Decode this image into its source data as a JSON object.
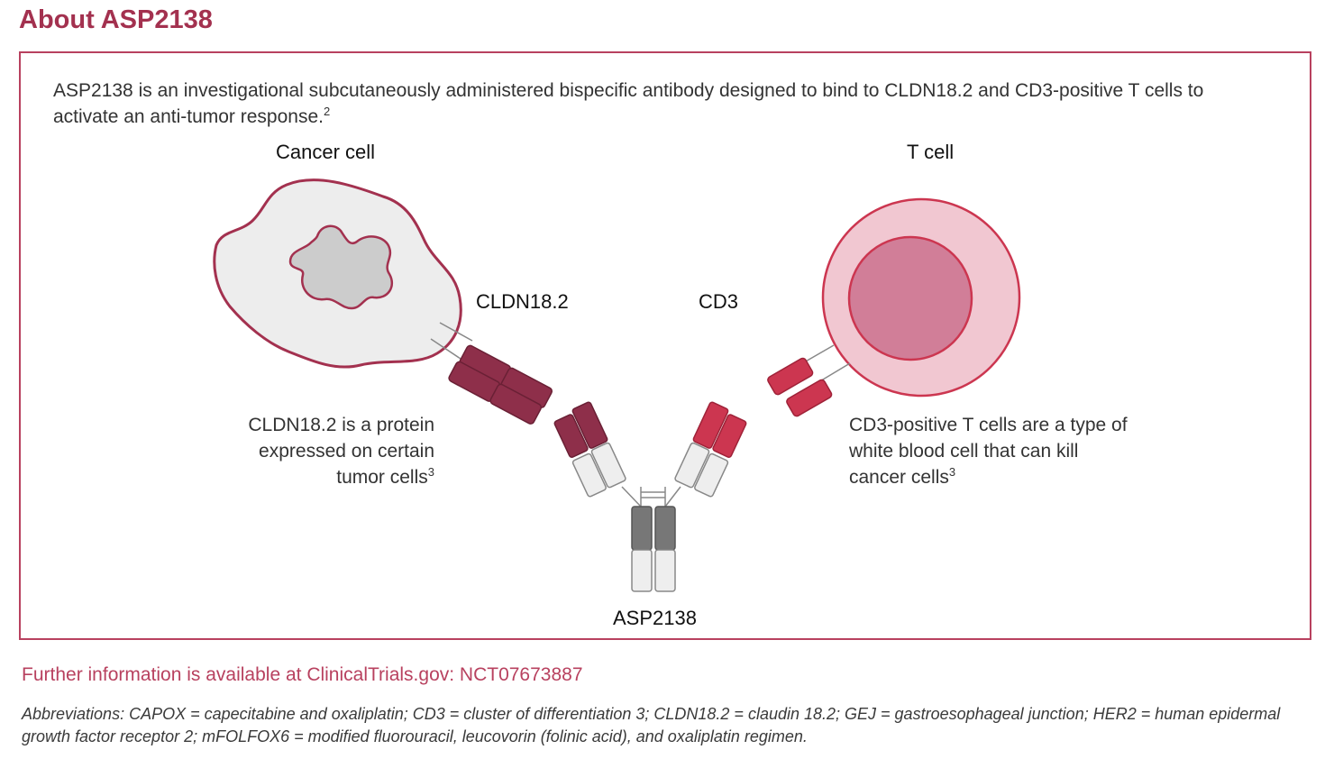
{
  "page": {
    "title": "About ASP2138"
  },
  "intro": {
    "text": "ASP2138 is an investigational subcutaneously administered bispecific antibody designed to bind to CLDN18.2 and CD3-positive T cells to activate an anti-tumor response.",
    "ref": "2"
  },
  "diagram": {
    "cancer_cell_label": "Cancer cell",
    "t_cell_label": "T cell",
    "cldn_label": "CLDN18.2",
    "cd3_label": "CD3",
    "antibody_label": "ASP2138",
    "cldn_note": "CLDN18.2 is a protein expressed on certain tumor cells",
    "cldn_note_ref": "3",
    "cd3_note": "CD3-positive T cells are a type of white blood cell that can kill cancer cells",
    "cd3_note_ref": "3",
    "colors": {
      "brand": "#a3314f",
      "cldn_domain": "#8e2f4a",
      "cd3_domain": "#cc3650",
      "t_cell_outer": "#f1c7d1",
      "t_cell_inner": "#d17e98",
      "cancer_fill": "#ededed",
      "nucleus_fill": "#cccccc",
      "fc_domain": "#777777",
      "light_domain": "#eeeeee"
    }
  },
  "footer": {
    "further_info": "Further information is available at ClinicalTrials.gov: NCT07673887",
    "abbreviations": "Abbreviations: CAPOX = capecitabine and oxaliplatin; CD3 = cluster of differentiation 3; CLDN18.2 = claudin 18.2; GEJ = gastroesophageal junction; HER2 = human epidermal growth factor receptor 2; mFOLFOX6 = modified fluorouracil, leucovorin (folinic acid), and oxaliplatin regimen."
  }
}
